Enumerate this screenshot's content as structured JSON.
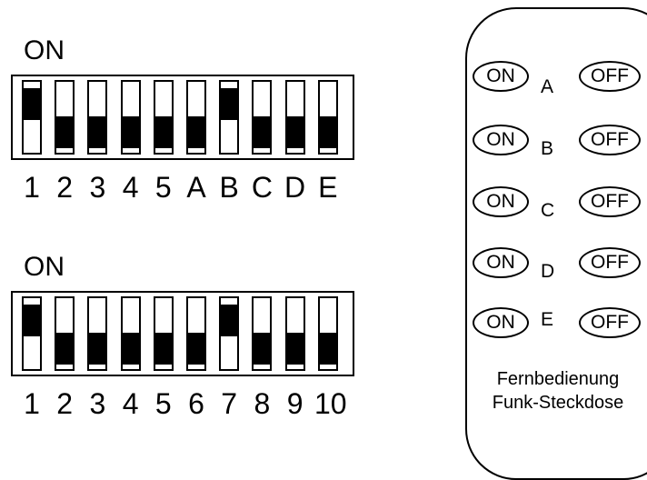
{
  "switch_blocks": [
    {
      "on_label": "ON",
      "switches": [
        {
          "label": "1",
          "on": true
        },
        {
          "label": "2",
          "on": false
        },
        {
          "label": "3",
          "on": false
        },
        {
          "label": "4",
          "on": false
        },
        {
          "label": "5",
          "on": false
        },
        {
          "label": "A",
          "on": false
        },
        {
          "label": "B",
          "on": true
        },
        {
          "label": "C",
          "on": false
        },
        {
          "label": "D",
          "on": false
        },
        {
          "label": "E",
          "on": false
        }
      ]
    },
    {
      "on_label": "ON",
      "switches": [
        {
          "label": "1",
          "on": true
        },
        {
          "label": "2",
          "on": false
        },
        {
          "label": "3",
          "on": false
        },
        {
          "label": "4",
          "on": false
        },
        {
          "label": "5",
          "on": false
        },
        {
          "label": "6",
          "on": false
        },
        {
          "label": "7",
          "on": true
        },
        {
          "label": "8",
          "on": false
        },
        {
          "label": "9",
          "on": false
        },
        {
          "label": "10",
          "on": false
        }
      ]
    }
  ],
  "remote": {
    "rows": [
      {
        "on": "ON",
        "letter": "A",
        "off": "OFF"
      },
      {
        "on": "ON",
        "letter": "B",
        "off": "OFF"
      },
      {
        "on": "ON",
        "letter": "C",
        "off": "OFF"
      },
      {
        "on": "ON",
        "letter": "D",
        "off": "OFF"
      },
      {
        "on": "ON",
        "letter": "E",
        "off": "OFF"
      }
    ],
    "caption_line1": "Fernbedienung",
    "caption_line2": "Funk-Steckdose"
  }
}
